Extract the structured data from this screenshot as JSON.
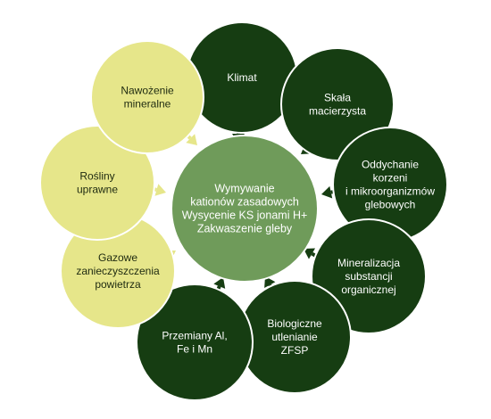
{
  "center": {
    "lines": [
      "Wymywanie",
      "kationów zasadowych",
      "Wysycenie KS jonami H+",
      "Zakwaszenie gleby"
    ]
  },
  "factors": [
    {
      "id": "klimat",
      "lines": [
        "Klimat"
      ],
      "group": "natural"
    },
    {
      "id": "skala",
      "lines": [
        "Skała",
        "macierzysta"
      ],
      "group": "natural"
    },
    {
      "id": "oddychanie",
      "lines": [
        "Oddychanie",
        "korzeni",
        "i mikroorganizmów",
        "glebowych"
      ],
      "group": "natural"
    },
    {
      "id": "mineralizacja",
      "lines": [
        "Mineralizacja",
        "substancji",
        "organicznej"
      ],
      "group": "natural"
    },
    {
      "id": "biologiczne",
      "lines": [
        "Biologiczne",
        "utlenianie",
        "ZFSP"
      ],
      "group": "natural"
    },
    {
      "id": "przemiany",
      "lines": [
        "Przemiany Al,",
        "Fe i Mn"
      ],
      "group": "natural"
    },
    {
      "id": "gazowe",
      "lines": [
        "Gazowe",
        "zanieczyszczenia",
        "powietrza"
      ],
      "group": "anthropogenic"
    },
    {
      "id": "rosliny",
      "lines": [
        "Rośliny",
        "uprawne"
      ],
      "group": "anthropogenic"
    },
    {
      "id": "nawozenie",
      "lines": [
        "Nawożenie",
        "mineralne"
      ],
      "group": "anthropogenic"
    }
  ],
  "colors": {
    "natural": "#163d12",
    "anthropogenic": "#e6e68a",
    "center": "#6f9b5a",
    "outline": "#ffffff",
    "arrow_natural": "#163d12",
    "arrow_anthropogenic": "#e6e68a"
  }
}
